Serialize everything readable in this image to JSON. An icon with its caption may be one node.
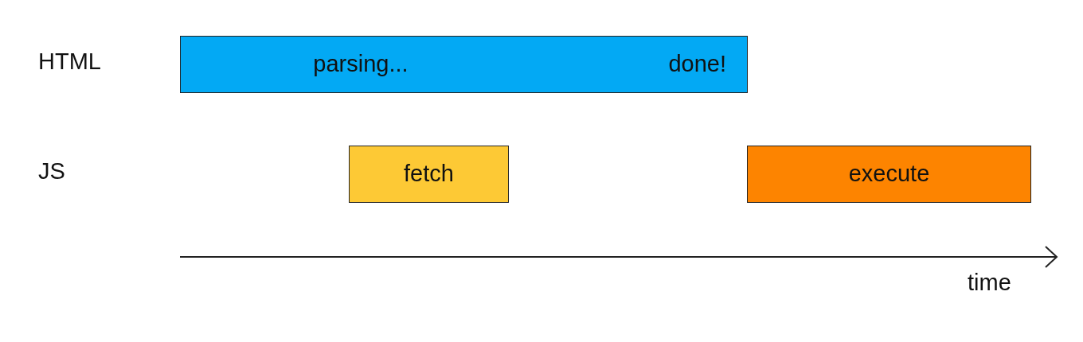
{
  "diagram": {
    "nodes": [
      {
        "text": [
          "parsing...",
          "done!"
        ]
      },
      {
        "text": [
          "fetch"
        ]
      },
      {
        "text": [
          "execute"
        ]
      }
    ],
    "labels": [
      "HTML",
      "JS",
      "time"
    ]
  }
}
